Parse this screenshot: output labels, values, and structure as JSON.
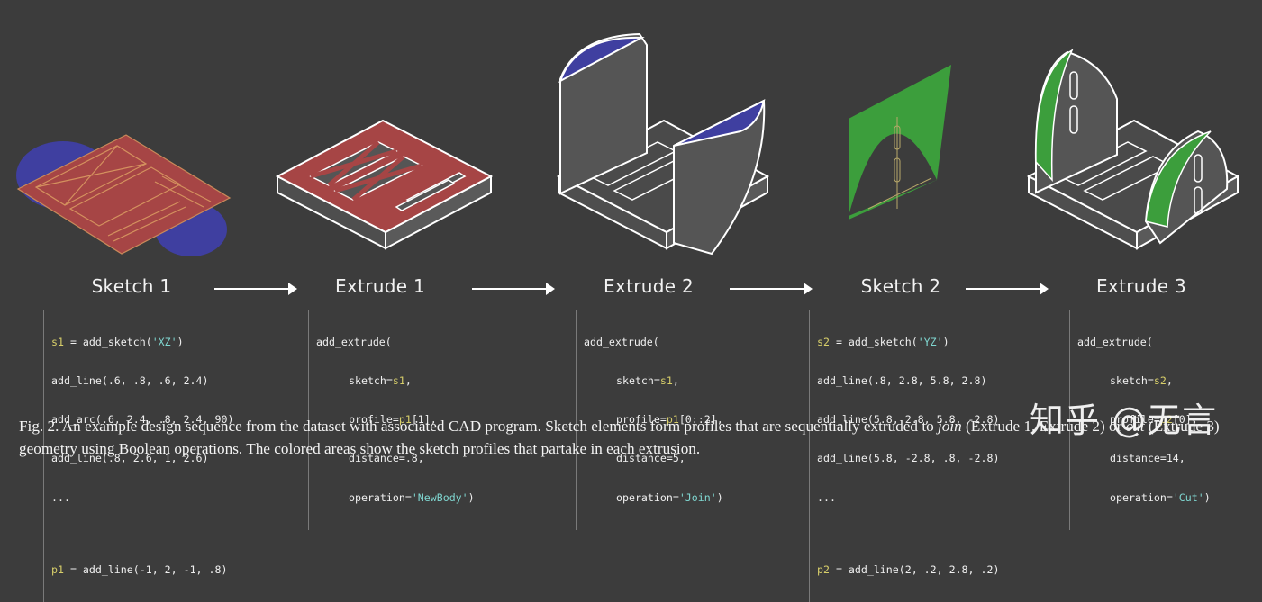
{
  "steps": [
    {
      "label": "Sketch 1"
    },
    {
      "label": "Extrude 1"
    },
    {
      "label": "Extrude 2"
    },
    {
      "label": "Sketch 2"
    },
    {
      "label": "Extrude 3"
    }
  ],
  "code": {
    "sketch1": {
      "l1": [
        "s1",
        " = add_sketch(",
        "'XZ'",
        ")"
      ],
      "l2": "add_line(.6, .8, .6, 2.4)",
      "l3": "add_arc(.6, 2.4, .8, 2.4, 90)",
      "l4": "add_line(.8, 2.6, 1, 2.6)",
      "l5": "...",
      "l6": [
        "p1",
        " = add_line(-1, 2, -1, .8)"
      ]
    },
    "extrude1": {
      "l1": "add_extrude(",
      "l2": [
        "sketch=",
        "s1",
        ","
      ],
      "l3": [
        "profile=",
        "p1",
        "[1],"
      ],
      "l4": "distance=.8,",
      "l5": [
        "operation=",
        "'NewBody'",
        ")"
      ]
    },
    "extrude2": {
      "l1": "add_extrude(",
      "l2": [
        "sketch=",
        "s1",
        ","
      ],
      "l3": [
        "profile=",
        "p1",
        "[0::2],"
      ],
      "l4": "distance=5,",
      "l5": [
        "operation=",
        "'Join'",
        ")"
      ]
    },
    "sketch2": {
      "l1": [
        "s2",
        " = add_sketch(",
        "'YZ'",
        ")"
      ],
      "l2": "add_line(.8, 2.8, 5.8, 2.8)",
      "l3": "add_line(5.8, 2.8, 5.8, -2.8)",
      "l4": "add_line(5.8, -2.8, .8, -2.8)",
      "l5": "...",
      "l6": [
        "p2",
        " = add_line(2, .2, 2.8, .2)"
      ]
    },
    "extrude3": {
      "l1": "add_extrude(",
      "l2": [
        "sketch=",
        "s2",
        ","
      ],
      "l3": [
        "profile=",
        "p2",
        "[0],"
      ],
      "l4": "distance=14,",
      "l5": [
        "operation=",
        "'Cut'",
        ")"
      ]
    }
  },
  "caption": {
    "part1": "Fig. 2.  An example design sequence from the dataset with associated CAD program. Sketch elements form profiles that are sequentially extruded to ",
    "join": "join",
    "part2": " (Extrude 1, Extrude 2) or ",
    "cut": "cut",
    "part3": " (Extrude 3) geometry using Boolean operations. The colored areas show the sketch profiles that partake in each extrusion."
  },
  "watermark": "知乎 @无言",
  "colors": {
    "background": "#3c3c3c",
    "profile_red": "#a64545",
    "profile_blue": "#3f3fa0",
    "profile_green": "#3c9e3c",
    "body_gray": "#545454",
    "outline": "#ffffff"
  }
}
